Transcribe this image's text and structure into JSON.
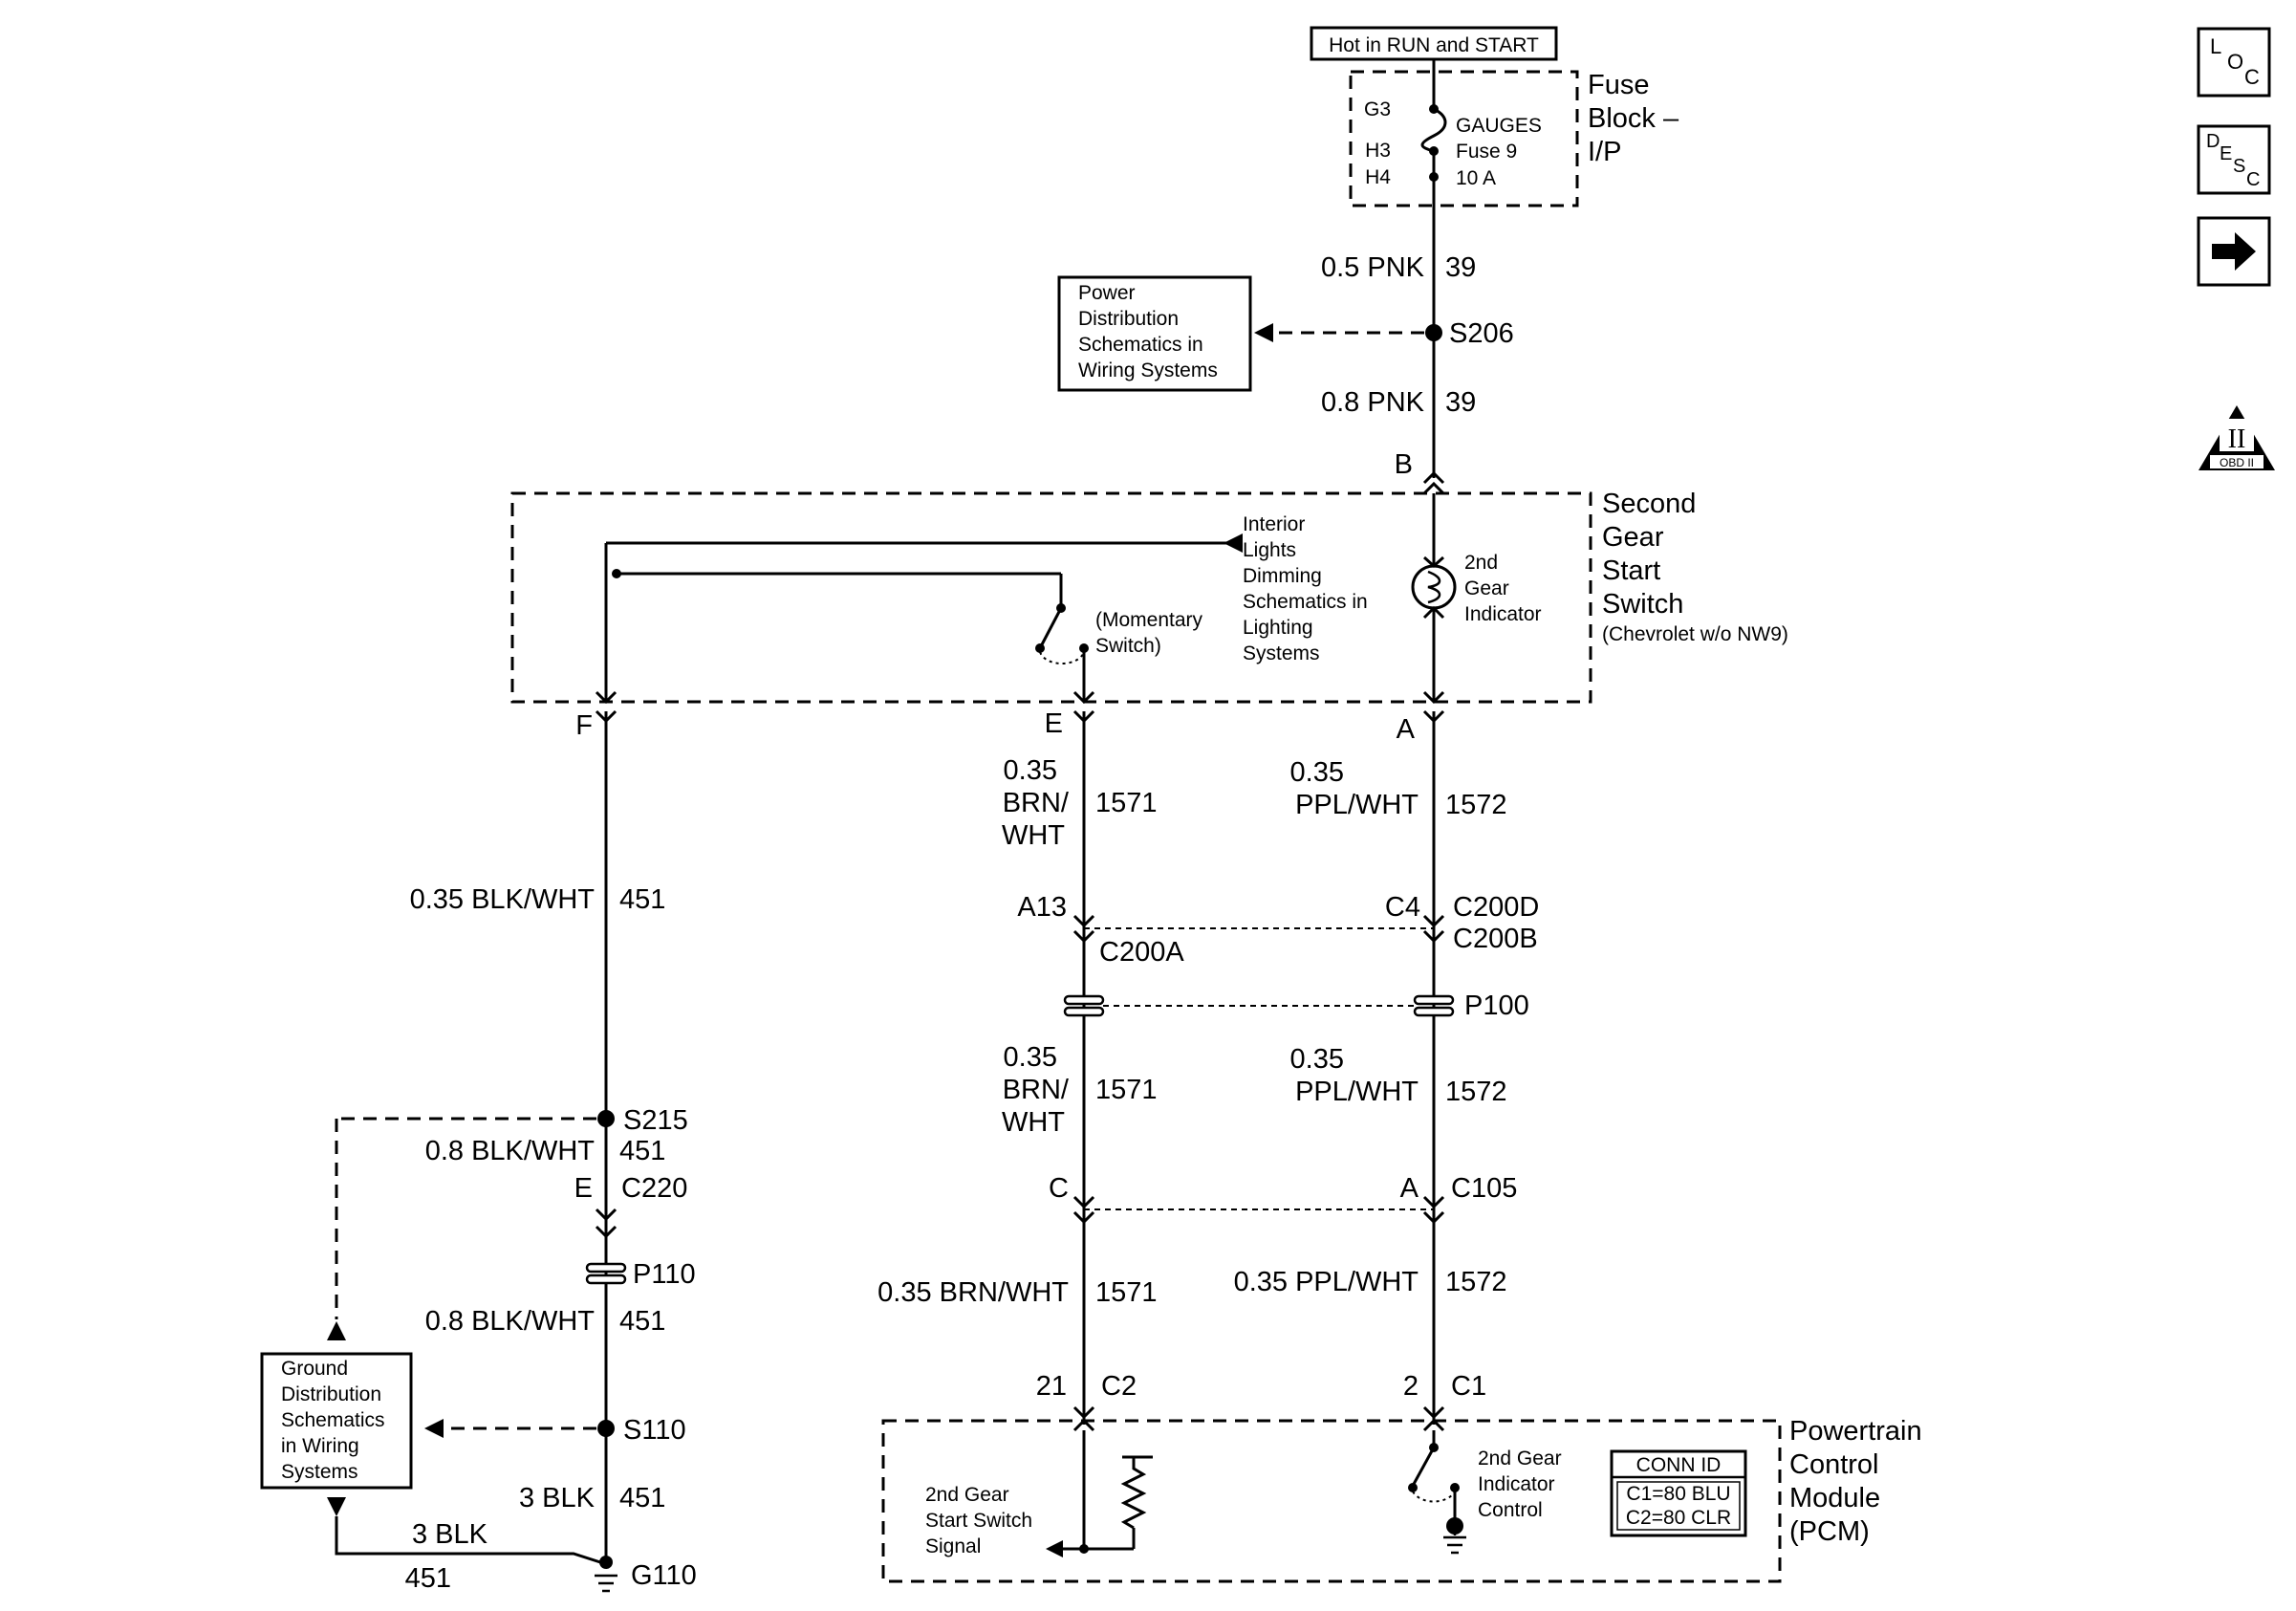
{
  "power_source": {
    "label": "Hot in RUN and START"
  },
  "fuse_block": {
    "name_lines": [
      "Fuse",
      "Block –",
      "I/P"
    ],
    "pins": [
      "G3",
      "H3",
      "H4"
    ],
    "fuse_lines": [
      "GAUGES",
      "Fuse 9",
      "10 A"
    ]
  },
  "wires": {
    "w39a": {
      "size": "0.5 PNK",
      "circuit": "39"
    },
    "w39b": {
      "size": "0.8 PNK",
      "circuit": "39"
    },
    "w451a": {
      "size": "0.35 BLK/WHT",
      "circuit": "451"
    },
    "w1571a": {
      "size_lines": [
        "0.35",
        "BRN/",
        "WHT"
      ],
      "circuit": "1571"
    },
    "w1572a": {
      "size_lines": [
        "0.35",
        "PPL/WHT"
      ],
      "circuit": "1572"
    },
    "w1571b": {
      "size_lines": [
        "0.35",
        "BRN/",
        "WHT"
      ],
      "circuit": "1571"
    },
    "w1572b": {
      "size_lines": [
        "0.35",
        "PPL/WHT"
      ],
      "circuit": "1572"
    },
    "w1571c": {
      "size": "0.35 BRN/WHT",
      "circuit": "1571"
    },
    "w1572c": {
      "size": "0.35 PPL/WHT",
      "circuit": "1572"
    },
    "w451b": {
      "size": "0.8 BLK/WHT",
      "circuit": "451"
    },
    "w451c": {
      "size": "0.8 BLK/WHT",
      "circuit": "451"
    },
    "w451d": {
      "size": "3 BLK",
      "circuit": "451"
    },
    "w451e": {
      "size": "3 BLK",
      "circuit": "451"
    }
  },
  "splices": {
    "s206": "S206",
    "s215": "S215",
    "s110": "S110"
  },
  "power_dist_ref": {
    "lines": [
      "Power",
      "Distribution",
      "Schematics in",
      "Wiring Systems"
    ]
  },
  "ground_dist_ref": {
    "lines": [
      "Ground",
      "Distribution",
      "Schematics",
      "in Wiring",
      "Systems"
    ]
  },
  "switch": {
    "name_lines": [
      "Second",
      "Gear",
      "Start",
      "Switch"
    ],
    "variant": "(Chevrolet w/o NW9)",
    "pins": {
      "b": "B",
      "f": "F",
      "e": "E",
      "a": "A"
    },
    "dimming_ref": [
      "Interior",
      "Lights",
      "Dimming",
      "Schematics in",
      "Lighting",
      "Systems"
    ],
    "momentary": [
      "(Momentary",
      "Switch)"
    ],
    "indicator": [
      "2nd",
      "Gear",
      "Indicator"
    ]
  },
  "connectors": {
    "a13": "A13",
    "c200a": "C200A",
    "c4": "C4",
    "c200d": "C200D",
    "c200b": "C200B",
    "p100": "P100",
    "c_pin": "C",
    "a_pin": "A",
    "c105": "C105",
    "e_pin": "E",
    "c220": "C220",
    "p110": "P110",
    "g110": "G110",
    "pin21": "21",
    "c2": "C2",
    "pin2": "2",
    "c1": "C1"
  },
  "pcm": {
    "name_lines": [
      "Powertrain",
      "Control",
      "Module",
      "(PCM)"
    ],
    "signal": [
      "2nd Gear",
      "Start Switch",
      "Signal"
    ],
    "control": [
      "2nd Gear",
      "Indicator",
      "Control"
    ],
    "conn_id": {
      "title": "CONN ID",
      "rows": [
        "C1=80 BLU",
        "C2=80 CLR"
      ]
    }
  },
  "side_icons": {
    "loc": {
      "l": "L",
      "o": "O",
      "c": "C"
    },
    "desc": {
      "d": "D",
      "e": "E",
      "s": "S",
      "c": "C"
    },
    "obd": {
      "numeral": "II",
      "label": "OBD II"
    }
  }
}
